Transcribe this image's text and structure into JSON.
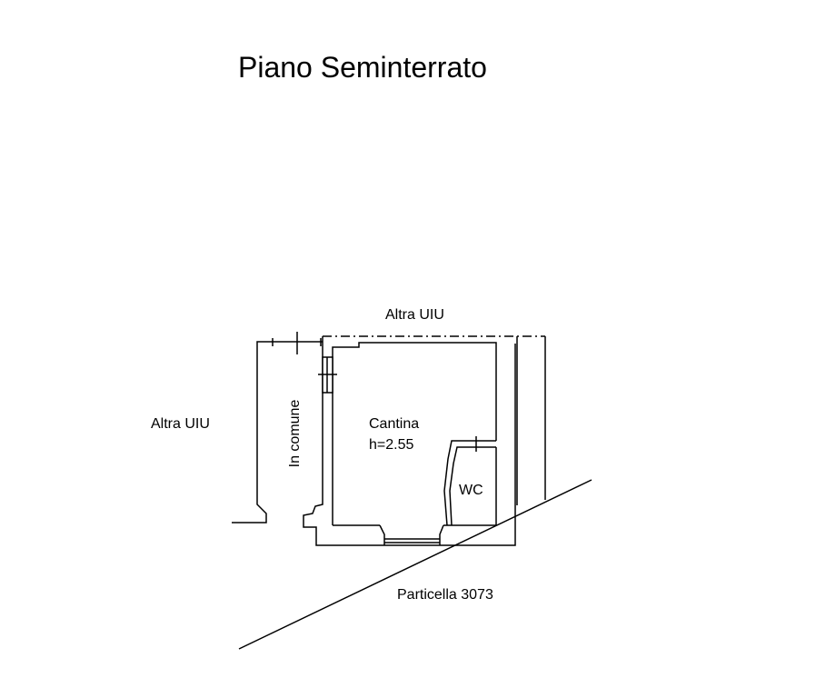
{
  "title": "Piano Seminterrato",
  "labels": {
    "altra_uiu_top": "Altra UIU",
    "altra_uiu_left": "Altra UIU",
    "in_comune": "In comune",
    "cantina": "Cantina",
    "height": "h=2.55",
    "wc": "WC",
    "particella": "Particella 3073"
  }
}
